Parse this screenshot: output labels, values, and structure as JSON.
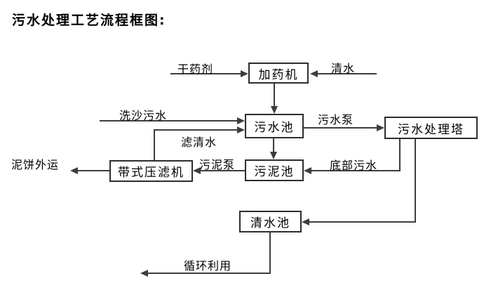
{
  "diagram": {
    "type": "flowchart",
    "title": "污水处理工艺流程框图:",
    "nodes": [
      {
        "id": "dosing-machine",
        "label": "加药机"
      },
      {
        "id": "sewage-pool",
        "label": "污水池"
      },
      {
        "id": "sewage-treatment-tower",
        "label": "污水处理塔"
      },
      {
        "id": "sludge-pool",
        "label": "污泥池"
      },
      {
        "id": "belt-filter-press",
        "label": "带式压滤机"
      },
      {
        "id": "clean-water-pool",
        "label": "清水池"
      }
    ],
    "edges": [
      {
        "from": "external",
        "to": "加药机",
        "label": "干药剂"
      },
      {
        "from": "external",
        "to": "加药机",
        "label": "清水"
      },
      {
        "from": "加药机",
        "to": "污水池",
        "label": ""
      },
      {
        "from": "external",
        "to": "污水池",
        "label": "洗沙污水"
      },
      {
        "from": "带式压滤机",
        "to": "污水池",
        "label": "滤清水"
      },
      {
        "from": "污水池",
        "to": "污水处理塔",
        "label": "污水泵"
      },
      {
        "from": "污水池",
        "to": "污泥池",
        "label": ""
      },
      {
        "from": "污水处理塔",
        "to": "污泥池",
        "label": "底部污水"
      },
      {
        "from": "污泥池",
        "to": "带式压滤机",
        "label": "污泥泵"
      },
      {
        "from": "带式压滤机",
        "to": "external",
        "label": "泥饼外运"
      },
      {
        "from": "污水处理塔",
        "to": "清水池",
        "label": ""
      },
      {
        "from": "清水池",
        "to": "external",
        "label": "循环利用"
      }
    ]
  },
  "colors": {
    "background": "#ffffff",
    "line": "#3d3d3d",
    "box_border": "#2d2d2d",
    "text": "#000000"
  }
}
